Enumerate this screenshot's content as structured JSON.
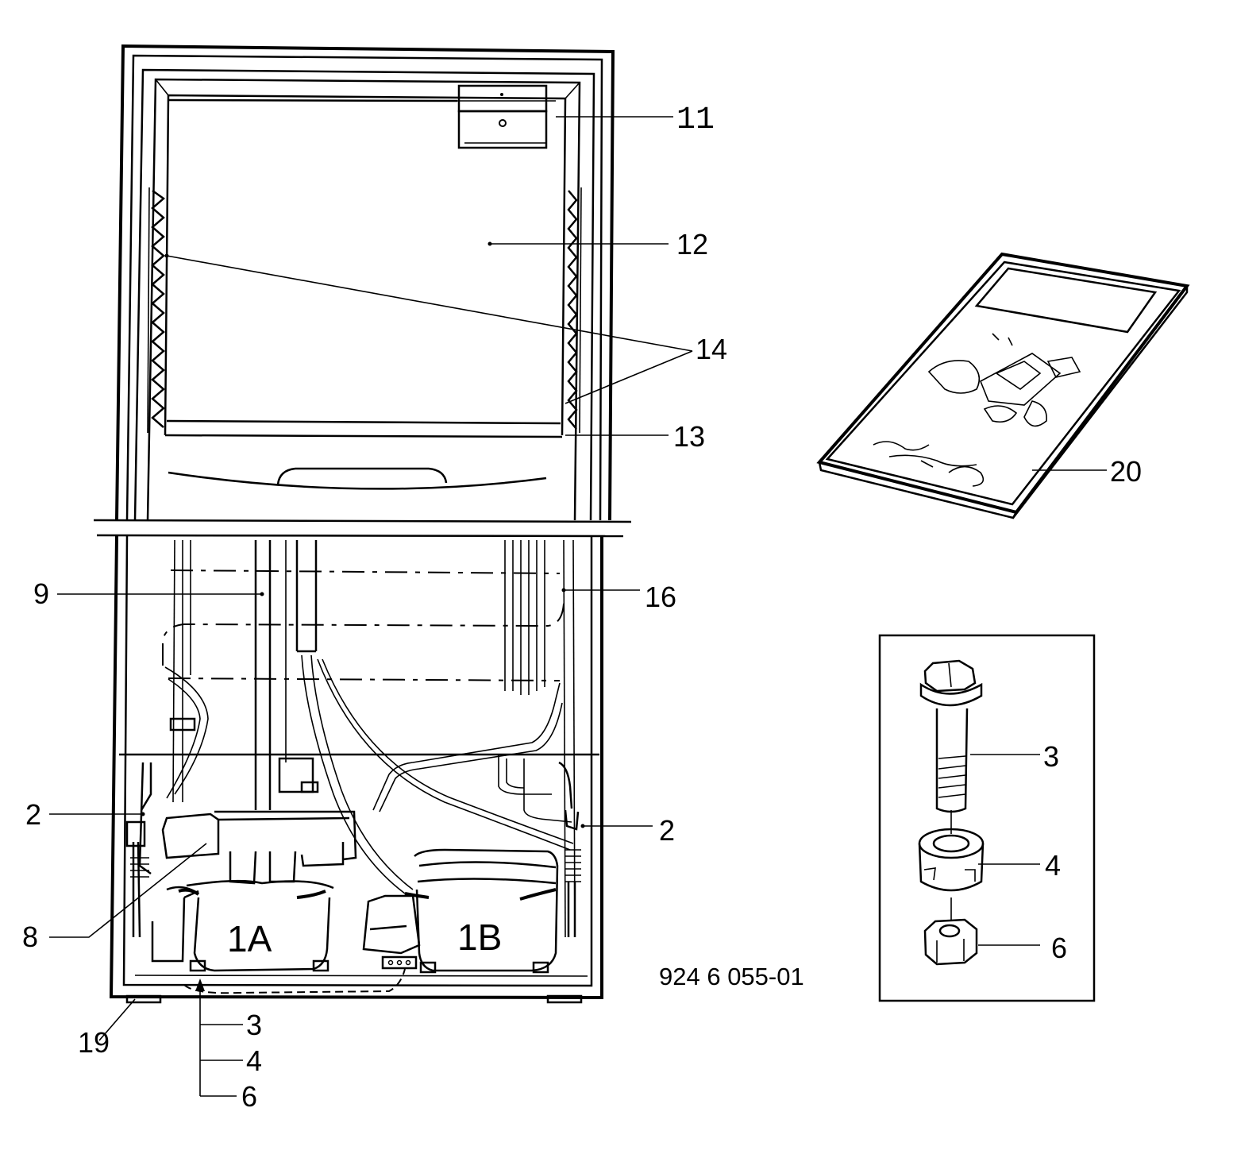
{
  "callouts": {
    "c11": "11",
    "c12": "12",
    "c14": "14",
    "c13": "13",
    "c20": "20",
    "c9": "9",
    "c16": "16",
    "c2_left": "2",
    "c2_right": "2",
    "c8": "8",
    "c19": "19",
    "c3_bottom": "3",
    "c4_bottom": "4",
    "c6_bottom": "6",
    "c3_detail": "3",
    "c4_detail": "4",
    "c6_detail": "6"
  },
  "compressors": {
    "left": "1A",
    "right": "1B"
  },
  "drawing_number": "924 6 055-01"
}
